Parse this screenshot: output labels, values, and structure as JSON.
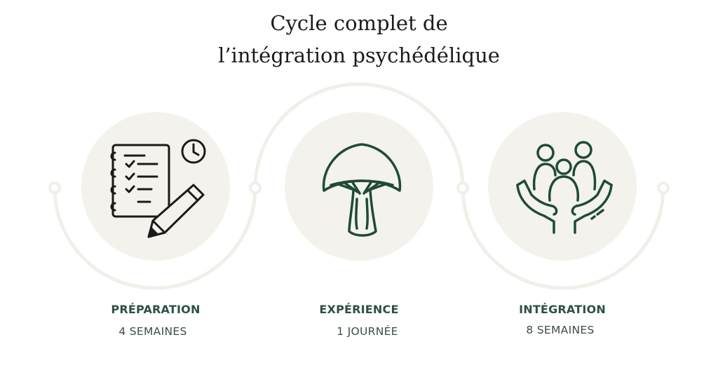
{
  "title": {
    "line1": "Cycle complet de",
    "line2": "l’intégration psychédélique"
  },
  "steps": [
    {
      "name": "PRÉPARATION",
      "duration": "4 SEMAINES",
      "icon": "checklist-pencil-clock-icon"
    },
    {
      "name": "EXPÉRIENCE",
      "duration": "1 JOURNÉE",
      "icon": "mushroom-icon"
    },
    {
      "name": "INTÉGRATION",
      "duration": "8 SEMAINES",
      "icon": "hands-holding-people-icon"
    }
  ],
  "colors": {
    "accent": "#1f4a39",
    "disc": "#f4f2ec",
    "curve": "#f1efe9",
    "label": "#2f4f45",
    "title": "#1c1c1c"
  }
}
